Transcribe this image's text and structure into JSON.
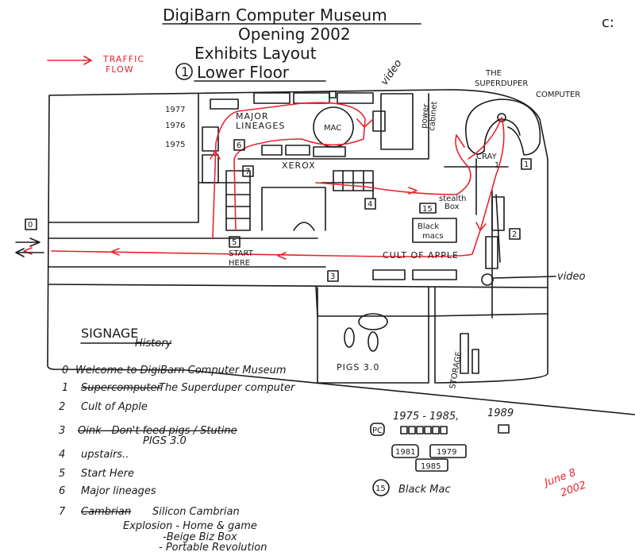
{
  "header": {
    "title": "DigiBarn Computer Museum",
    "subtitle": "Opening 2002",
    "layout": "Exhibits Layout",
    "floor_number": "1",
    "floor": "Lower Floor",
    "corner_mark": "c:"
  },
  "legend": {
    "line1": "TRAFFIC",
    "line2": "FLOW",
    "color": "#e8242b"
  },
  "map": {
    "years": [
      "1977",
      "1976",
      "1975"
    ],
    "major_lineages": [
      "MAJOR",
      "LINEAGES"
    ],
    "mac": "MAC",
    "xerox": "XEROX",
    "video_top": "video",
    "power_cabinet": [
      "power",
      "cabinet"
    ],
    "superduper": [
      "THE",
      "SUPERDUPER",
      "COMPUTER"
    ],
    "cray": [
      "CRAY",
      "1"
    ],
    "stealth_box": [
      "stealth",
      "Box"
    ],
    "black_macs": [
      "Black",
      "macs"
    ],
    "cult_of_apple": "CULT OF APPLE",
    "start_here": [
      "START",
      "HERE"
    ],
    "video_right": "video",
    "pigs": "PIGS 3.0",
    "storage": "STORAGE",
    "markers": {
      "m0": "0",
      "m1": "1",
      "m2": "2",
      "m3": "3",
      "m4": "4",
      "m5": "5",
      "m6": "6",
      "m7": "7",
      "m15": "15"
    }
  },
  "signage": {
    "title": "SIGNAGE",
    "items": [
      {
        "num": "0",
        "struck": "DigiBarn Computer",
        "text": "Welcome to DigiBarn Computer Museum",
        "note": "History"
      },
      {
        "num": "1",
        "struck": "Supercomputer",
        "text": "The Superduper computer"
      },
      {
        "num": "2",
        "text": "Cult of Apple"
      },
      {
        "num": "3",
        "struck": "Oink - Don't feed pigs / Stutine",
        "text": "PIGS 3.0"
      },
      {
        "num": "4",
        "text": "upstairs.."
      },
      {
        "num": "5",
        "text": "Start Here"
      },
      {
        "num": "6",
        "text": "Major lineages"
      },
      {
        "num": "7",
        "struck": "Cambrian",
        "text": "Silicon Cambrian",
        "sub": [
          "Explosion - Home & game",
          "-Beige Biz Box",
          "- Portable Revolution"
        ]
      }
    ]
  },
  "pc_notes": {
    "badge": "PC",
    "range": "1975 - 1985,",
    "year_1989": "1989",
    "years_boxed": [
      "1981",
      "1979",
      "1985"
    ],
    "black_mac_num": "15",
    "black_mac": "Black Mac"
  },
  "date": {
    "line1": "June 8",
    "line2": "2002"
  }
}
